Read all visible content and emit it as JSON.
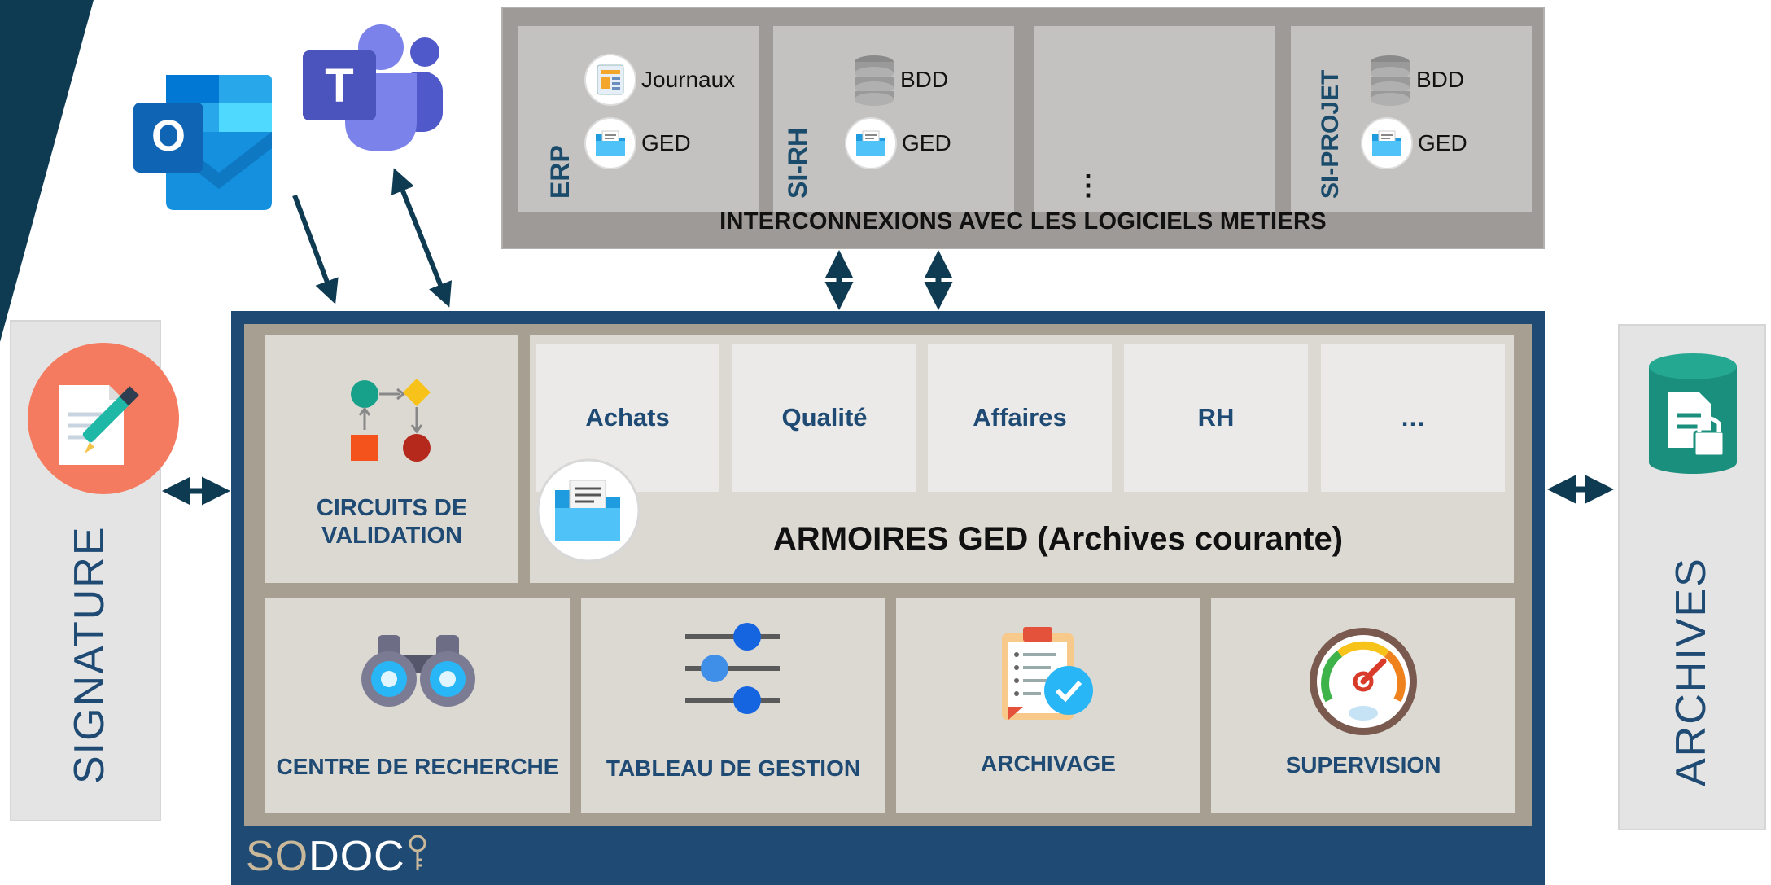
{
  "colors": {
    "navy": "#1e4a73",
    "dark_wedge": "#0e3a52",
    "frame_bg": "#a69f92",
    "card_bg": "#dcd9d3",
    "inter_panel": "#9e9a97"
  },
  "apps": {
    "outlook_icon": "outlook-icon",
    "teams_icon": "teams-icon",
    "outlook_letter": "O",
    "teams_letter": "T"
  },
  "interconnexions": {
    "title": "INTERCONNEXIONS AVEC LES LOGICIELS METIERS",
    "systems": [
      {
        "label": "ERP",
        "items": [
          "Journaux",
          "GED"
        ]
      },
      {
        "label": "SI-RH",
        "items": [
          "BDD",
          "GED"
        ]
      },
      {
        "label": "",
        "ellipsis": "⋮"
      },
      {
        "label": "SI-PROJET",
        "items": [
          "BDD",
          "GED"
        ]
      }
    ]
  },
  "signature": {
    "label": "SIGNATURE"
  },
  "archives_side": {
    "label": "ARCHIVES"
  },
  "workflow": {
    "label_line1": "CIRCUITS DE",
    "label_line2": "VALIDATION"
  },
  "armoires": {
    "title": "ARMOIRES GED (Archives courante)",
    "departments": [
      "Achats",
      "Qualité",
      "Affaires",
      "RH",
      "…"
    ]
  },
  "modules": [
    {
      "label": "CENTRE DE RECHERCHE",
      "icon": "binoculars-icon"
    },
    {
      "label": "TABLEAU DE GESTION",
      "icon": "sliders-icon"
    },
    {
      "label": "ARCHIVAGE",
      "icon": "clipboard-check-icon"
    },
    {
      "label": "SUPERVISION",
      "icon": "gauge-icon"
    }
  ],
  "brand": {
    "part1": "SO",
    "part2": "DOC"
  }
}
